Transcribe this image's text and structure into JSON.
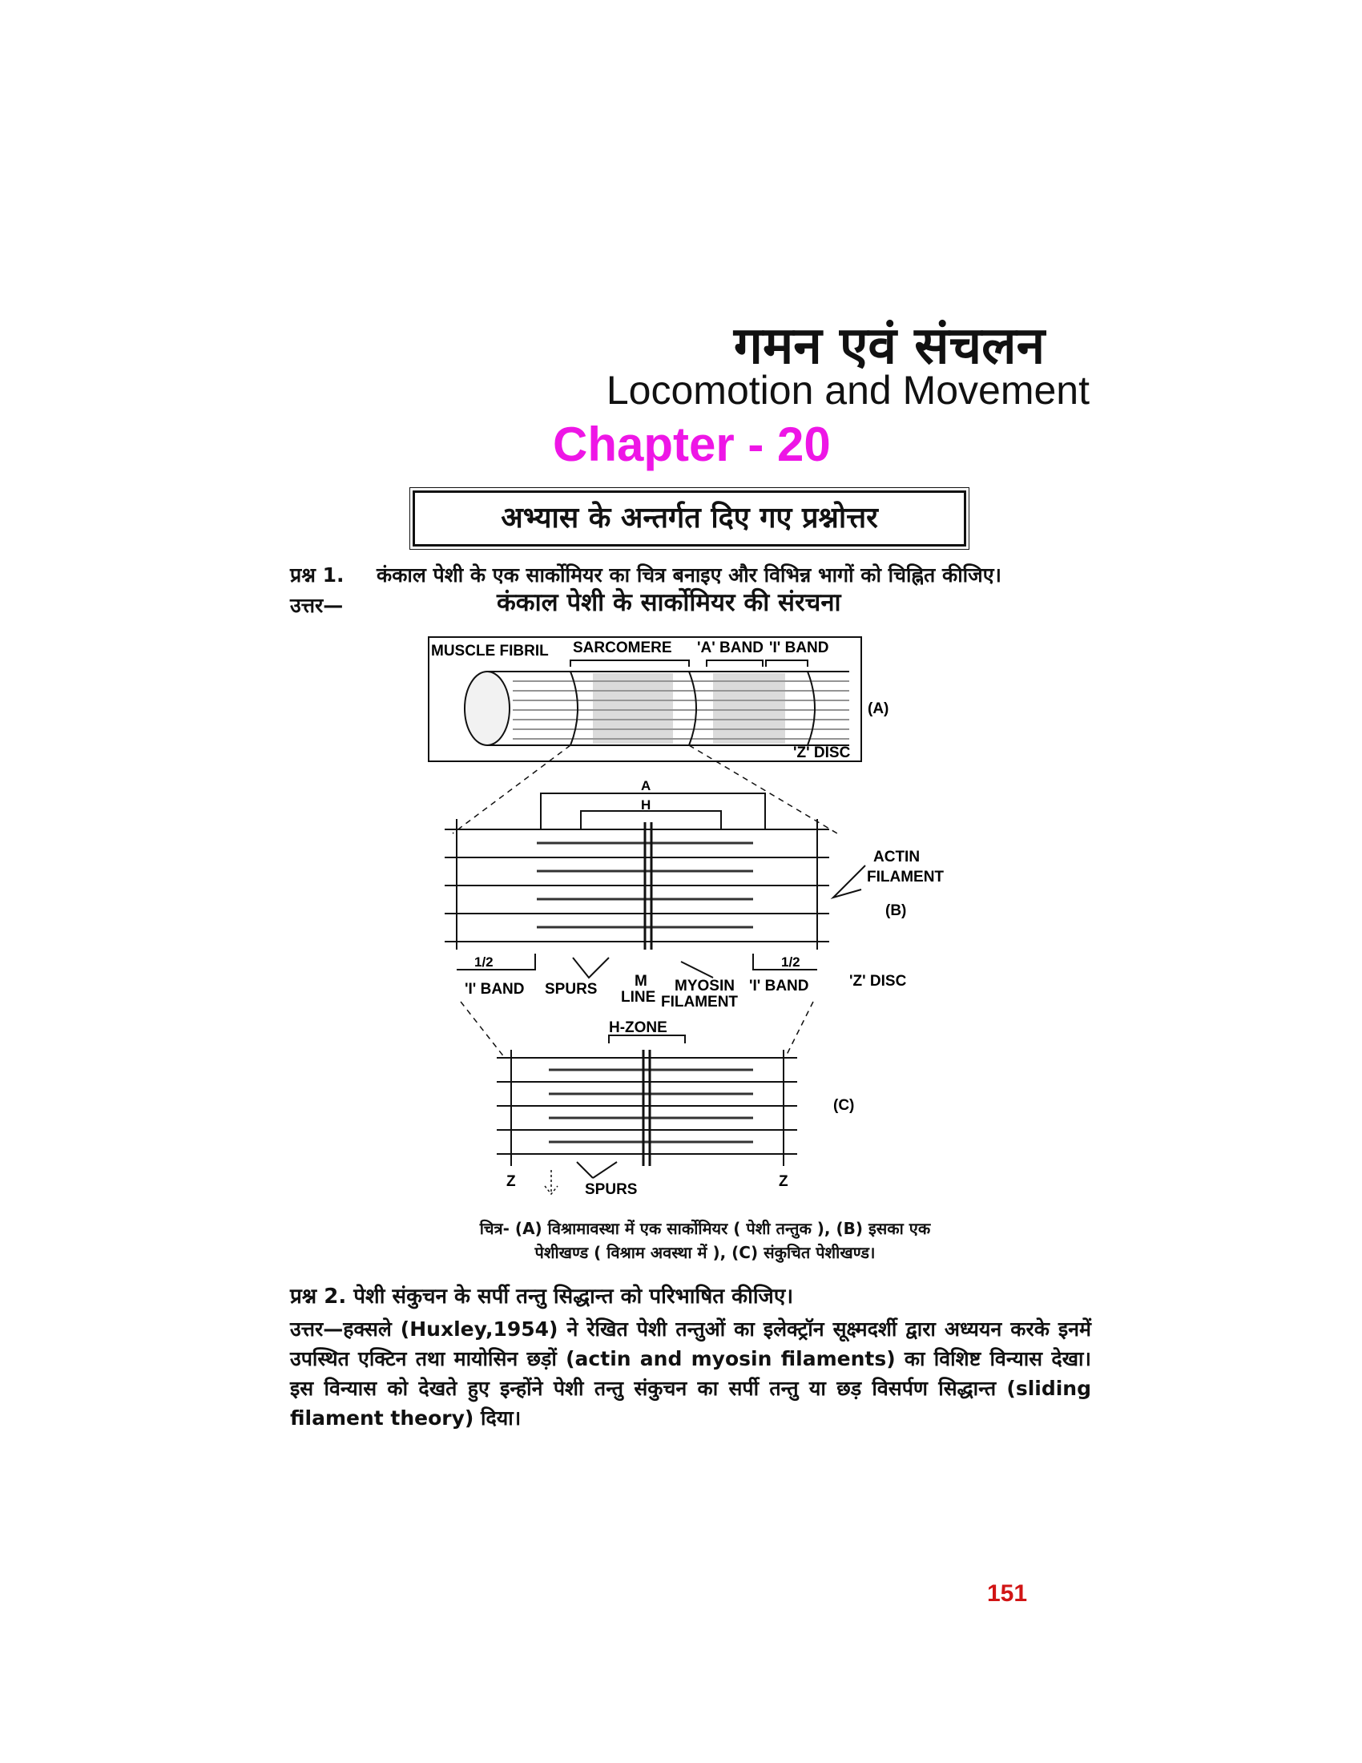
{
  "header": {
    "title_hindi": "गमन एवं संचलन",
    "title_english": "Locomotion and Movement",
    "chapter": "Chapter - 20"
  },
  "section_heading": "अभ्यास के अन्तर्गत दिए गए प्रश्नोत्तर",
  "q1": {
    "label": "प्रश्न 1.",
    "text": "कंकाल पेशी के एक सार्कोमियर का चित्र बनाइए और विभिन्न भागों को चिह्नित कीजिए।",
    "answer_label": "उत्तर—",
    "answer_title": "कंकाल पेशी के सार्कोमियर की संरचना"
  },
  "figure": {
    "labels": {
      "muscle_fibril": "MUSCLE FIBRIL",
      "sarcomere": "SARCOMERE",
      "a_band": "'A' BAND",
      "i_band": "'I' BAND",
      "panel_a": "(A)",
      "z_disc_a": "'Z' DISC",
      "a": "A",
      "h": "H",
      "actin": "ACTIN",
      "filament": "FILAMENT",
      "panel_b": "(B)",
      "half_left": "1/2",
      "half_right": "1/2",
      "i_band_left": "'I' BAND",
      "spurs_b": "SPURS",
      "m": "M",
      "line": "LINE",
      "myosin": "MYOSIN",
      "myosin_filament": "FILAMENT",
      "i_band_right": "'I' BAND",
      "z_disc_b": "'Z' DISC",
      "h_zone": "H-ZONE",
      "panel_c": "(C)",
      "z_left": "Z",
      "spurs_c": "SPURS",
      "z_right": "Z"
    },
    "caption_line1": "चित्र- (A) विश्रामावस्था में एक सार्कोमियर ( पेशी तन्तुक ), (B) इसका एक",
    "caption_line2": "पेशीखण्ड ( विश्राम अवस्था में ), (C) संकुचित पेशीखण्ड।"
  },
  "q2": {
    "label": "प्रश्न 2.",
    "text": "पेशी संकुचन के सर्पी तन्तु सिद्धान्त को परिभाषित कीजिए।",
    "answer": "उत्तर—हक्सले (Huxley,1954) ने रेखित पेशी तन्तुओं का इलेक्ट्रॉन सूक्ष्मदर्शी द्वारा अध्ययन करके इनमें उपस्थित एक्टिन तथा मायोसिन छड़ों (actin and myosin filaments) का विशिष्ट विन्यास देखा। इस विन्यास को देखते हुए इन्होंने पेशी तन्तु संकुचन का सर्पी तन्तु या छड़ विसर्पण सिद्धान्त (sliding filament theory) दिया।"
  },
  "page_number": "151"
}
